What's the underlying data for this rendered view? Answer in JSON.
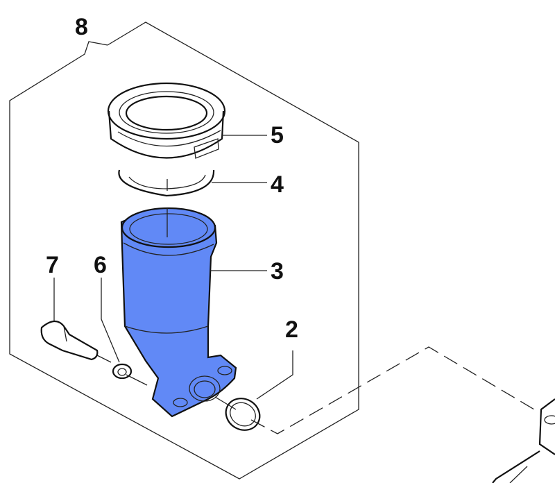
{
  "diagram": {
    "part_color": "#6189f6",
    "callouts": [
      {
        "id": "8",
        "label": "8",
        "part": "assembly-frame"
      },
      {
        "id": "5",
        "label": "5",
        "part": "cap"
      },
      {
        "id": "4",
        "label": "4",
        "part": "seal-ring"
      },
      {
        "id": "3",
        "label": "3",
        "part": "reservoir"
      },
      {
        "id": "7",
        "label": "7",
        "part": "screw"
      },
      {
        "id": "6",
        "label": "6",
        "part": "washer"
      },
      {
        "id": "2",
        "label": "2",
        "part": "o-ring"
      }
    ]
  }
}
